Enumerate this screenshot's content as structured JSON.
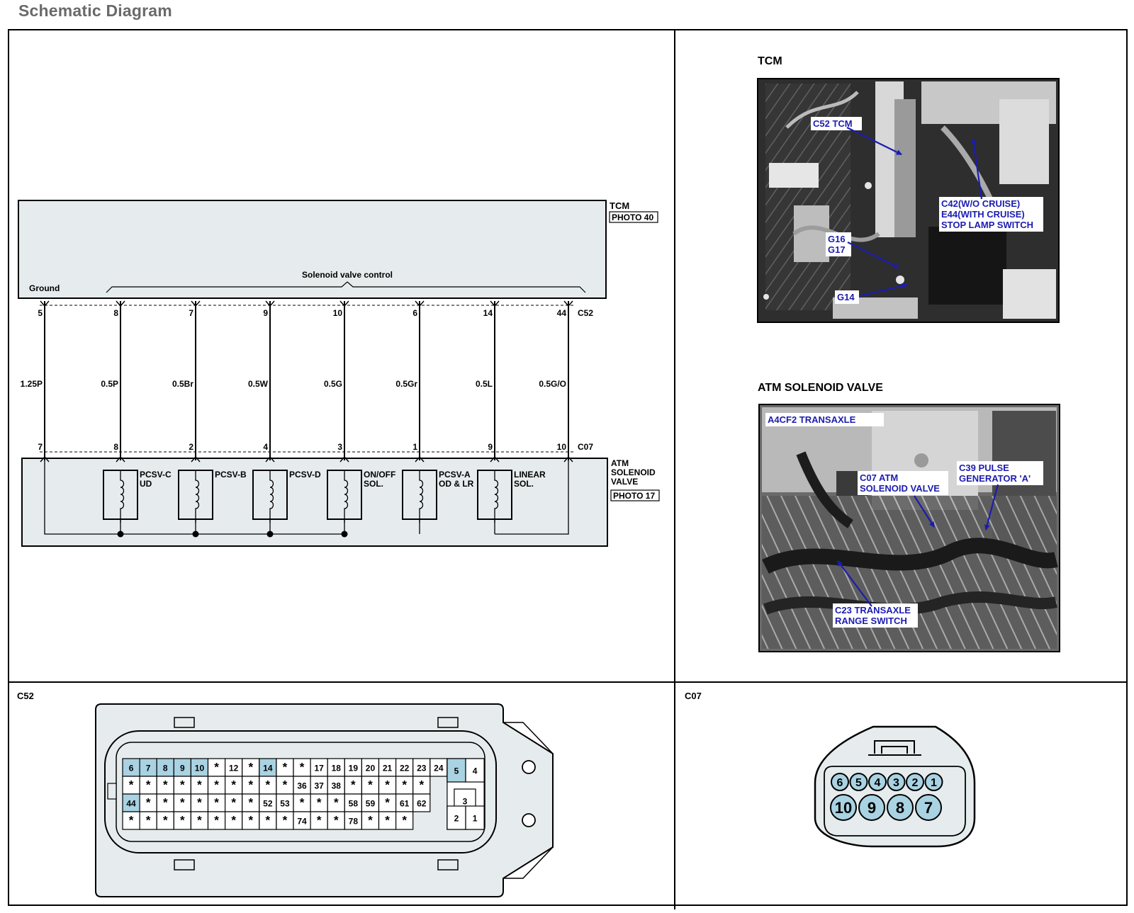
{
  "page_title": "Schematic Diagram",
  "schematic": {
    "tcm_label": "TCM",
    "tcm_photo": "PHOTO 40",
    "ground_label": "Ground",
    "solenoid_control_label": "Solenoid valve control",
    "top_connector": "C52",
    "bottom_connector": "C07",
    "atm_label": [
      "ATM",
      "SOLENOID",
      "VALVE"
    ],
    "atm_photo": "PHOTO 17",
    "wires": [
      {
        "top_pin": "5",
        "color": "1.25P",
        "bottom_pin": "7"
      },
      {
        "top_pin": "8",
        "color": "0.5P",
        "bottom_pin": "8"
      },
      {
        "top_pin": "7",
        "color": "0.5Br",
        "bottom_pin": "2"
      },
      {
        "top_pin": "9",
        "color": "0.5W",
        "bottom_pin": "4"
      },
      {
        "top_pin": "10",
        "color": "0.5G",
        "bottom_pin": "3"
      },
      {
        "top_pin": "6",
        "color": "0.5Gr",
        "bottom_pin": "1"
      },
      {
        "top_pin": "14",
        "color": "0.5L",
        "bottom_pin": "9"
      },
      {
        "top_pin": "44",
        "color": "0.5G/O",
        "bottom_pin": "10"
      }
    ],
    "solenoids": [
      {
        "label": [
          "PCSV-C",
          "UD"
        ]
      },
      {
        "label": [
          "PCSV-B"
        ]
      },
      {
        "label": [
          "PCSV-D"
        ]
      },
      {
        "label": [
          "ON/OFF",
          "SOL."
        ]
      },
      {
        "label": [
          "PCSV-A",
          "OD & LR"
        ]
      },
      {
        "label": [
          "LINEAR",
          "SOL."
        ]
      }
    ]
  },
  "tcm_photo_panel": {
    "title": "TCM",
    "callouts": [
      [
        "C52 TCM"
      ],
      [
        "C42(W/O CRUISE)",
        "E44(WITH CRUISE)",
        "STOP LAMP SWITCH"
      ],
      [
        "G16",
        "G17"
      ],
      [
        "G14"
      ]
    ]
  },
  "atm_photo_panel": {
    "title": "ATM SOLENOID VALVE",
    "callouts": [
      [
        "A4CF2 TRANSAXLE"
      ],
      [
        "C07 ATM",
        "SOLENOID VALVE"
      ],
      [
        "C39 PULSE",
        "GENERATOR 'A'"
      ],
      [
        "C23 TRANSAXLE",
        "RANGE SWITCH"
      ]
    ]
  },
  "c52_connector": {
    "label": "C52",
    "rows": [
      [
        "6",
        "7",
        "8",
        "9",
        "10",
        "*",
        "12",
        "*",
        "14",
        "*",
        "*",
        "17",
        "18",
        "19",
        "20",
        "21",
        "22",
        "23",
        "24"
      ],
      [
        "*",
        "*",
        "*",
        "*",
        "*",
        "*",
        "*",
        "*",
        "*",
        "*",
        "36",
        "37",
        "38",
        "*",
        "*",
        "*",
        "*",
        "*"
      ],
      [
        "44",
        "*",
        "*",
        "*",
        "*",
        "*",
        "*",
        "*",
        "52",
        "53",
        "*",
        "*",
        "*",
        "58",
        "59",
        "*",
        "61",
        "62"
      ],
      [
        "*",
        "*",
        "*",
        "*",
        "*",
        "*",
        "*",
        "*",
        "*",
        "*",
        "74",
        "*",
        "*",
        "78",
        "*",
        "*",
        "*"
      ]
    ],
    "right_pins": [
      "5",
      "4",
      "3",
      "2",
      "1"
    ],
    "highlighted": [
      "6",
      "7",
      "8",
      "9",
      "10",
      "14",
      "44",
      "5"
    ]
  },
  "c07_connector": {
    "label": "C07",
    "top_row": [
      "6",
      "5",
      "4",
      "3",
      "2",
      "1"
    ],
    "bottom_row": [
      "10",
      "9",
      "8",
      "7"
    ]
  },
  "colors": {
    "panel_fill": "#e6eced",
    "pin_highlight": "#a9d2e2",
    "callout_text": "#1c1cb0",
    "callout_arrow": "#1c1cb0"
  }
}
